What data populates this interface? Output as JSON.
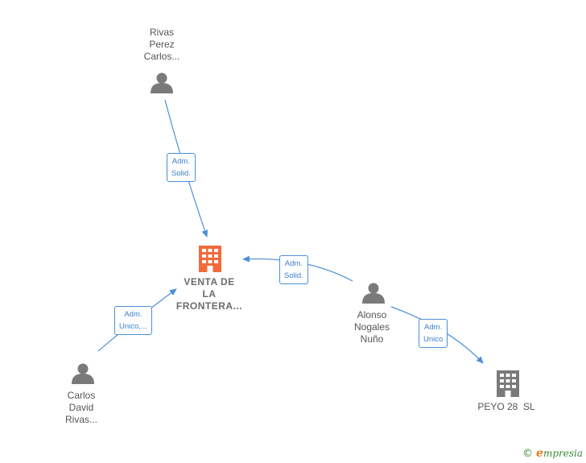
{
  "nodes": {
    "rivas": {
      "lines": [
        "Rivas",
        "Perez",
        "Carlos..."
      ]
    },
    "venta": {
      "lines": [
        "VENTA DE",
        "LA",
        "FRONTERA..."
      ]
    },
    "alonso": {
      "lines": [
        "Alonso",
        "Nogales",
        "Nuño"
      ]
    },
    "carlos": {
      "lines": [
        "Carlos",
        "David",
        "Rivas..."
      ]
    },
    "peyo": {
      "lines": [
        "PEYO 28  SL"
      ]
    }
  },
  "edges": {
    "rivas_venta": {
      "lines": [
        "Adm.",
        "Solid."
      ]
    },
    "alonso_venta": {
      "lines": [
        "Adm.",
        "Solid."
      ]
    },
    "carlos_venta": {
      "lines": [
        "Adm.",
        "Unico,..."
      ]
    },
    "alonso_peyo": {
      "lines": [
        "Adm.",
        "Unico"
      ]
    }
  },
  "colors": {
    "edge": "#4a90d9",
    "person_icon": "#7a7a7a",
    "main_company_icon": "#f26a3c",
    "company_icon": "#7a7a7a"
  },
  "footer": {
    "copyright": "©",
    "brand_initial": "e",
    "brand_rest": "mpresia"
  }
}
